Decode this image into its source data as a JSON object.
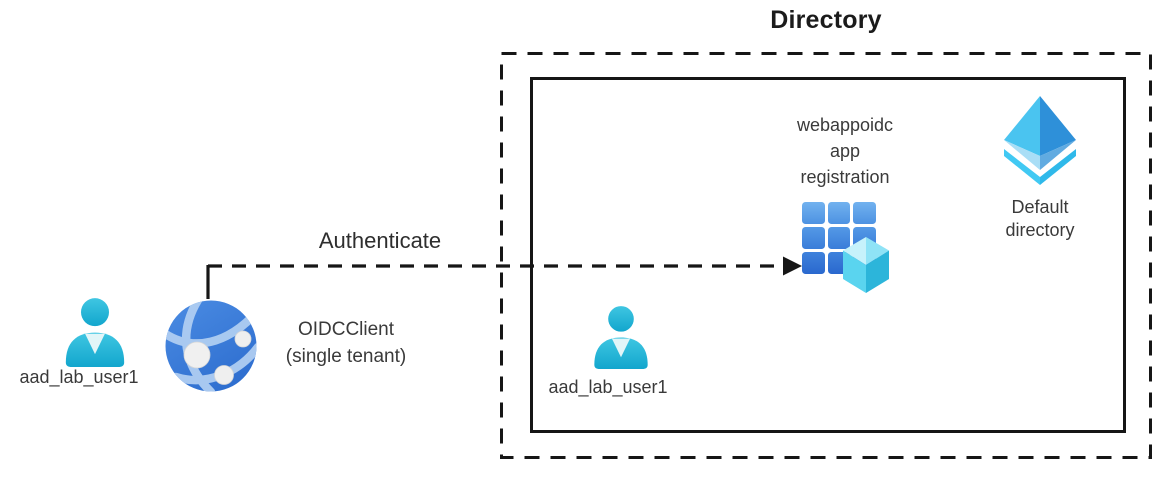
{
  "diagram": {
    "title": "Directory",
    "arrow": {
      "label": "Authenticate",
      "style": "dashed",
      "direction": "left-to-right"
    },
    "outer_user": {
      "label": "aad_lab_user1",
      "icon": "user-icon"
    },
    "client": {
      "line1": "OIDCClient",
      "line2": "(single tenant)",
      "icon": "globe-network-icon"
    },
    "inner_user": {
      "label": "aad_lab_user1",
      "icon": "user-icon"
    },
    "app_registration": {
      "line1": "webappoidc",
      "line2": "app",
      "line3": "registration",
      "icon": "app-registration-grid-icon"
    },
    "default_directory": {
      "line1": "Default",
      "line2": "directory",
      "icon": "azure-ad-pyramid-icon"
    }
  },
  "colors": {
    "user_teal": "#2bbadc",
    "globe_blue": "#3a7ed9",
    "globe_arc": "#b2d0f2",
    "grid_blue": "#3a7dd9",
    "cube_cyan": "#8fe3f6",
    "aad_left_face": "#4ac4f0",
    "aad_right_face": "#2e90d9",
    "aad_rim": "#41c9f3",
    "line_black": "#161616",
    "text": "#3a3a3a"
  }
}
